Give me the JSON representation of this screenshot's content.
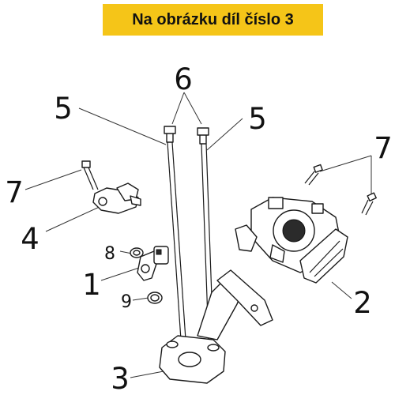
{
  "banner": {
    "text": "Na obrázku díl číslo 3"
  },
  "callouts": {
    "c1": "1",
    "c2": "2",
    "c3": "3",
    "c4": "4",
    "c5a": "5",
    "c5b": "5",
    "c6": "6",
    "c7a": "7",
    "c7b": "7",
    "c8": "8",
    "c9": "9"
  }
}
